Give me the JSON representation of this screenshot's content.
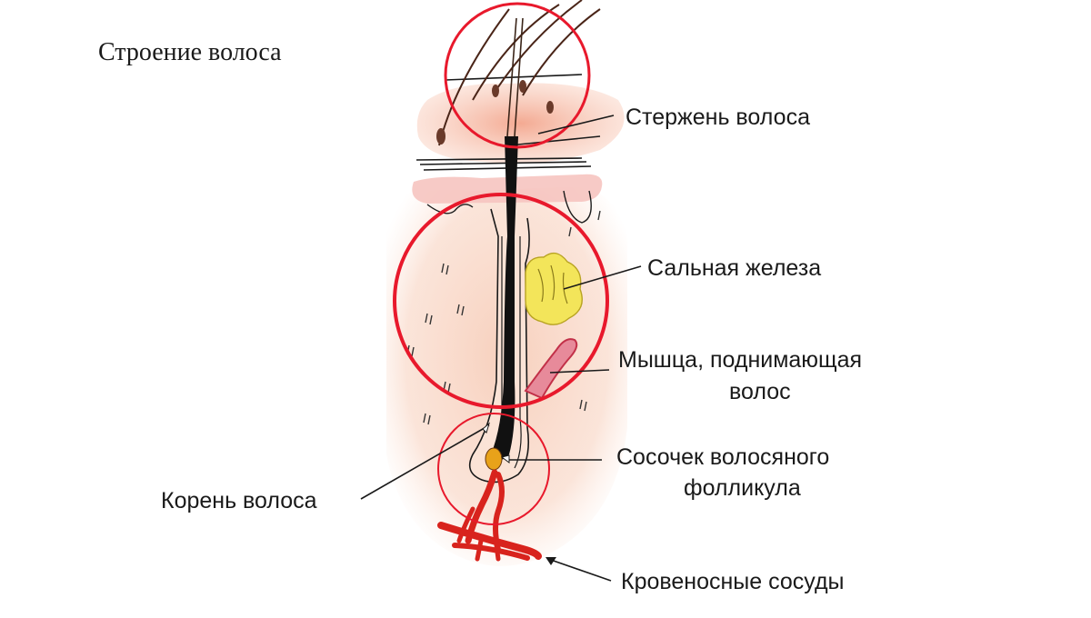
{
  "title": "Строение волоса",
  "labels": {
    "shaft": "Стержень волоса",
    "sebaceous_gland": "Сальная железа",
    "muscle_line1": "Мышца, поднимающая",
    "muscle_line2": "волос",
    "papilla_line1": "Сосочек волосяного",
    "papilla_line2": "фолликула",
    "root": "Корень волоса",
    "vessels": "Кровеносные сосуды"
  },
  "colors": {
    "highlight_circle": "#e8192c",
    "skin": "#f6c9b4",
    "epidermis": "#f4a48a",
    "gland": "#f3e55a",
    "muscle": "#e0455a",
    "vessels": "#d8231d",
    "papilla": "#e8a21a",
    "hair": "#111111"
  }
}
